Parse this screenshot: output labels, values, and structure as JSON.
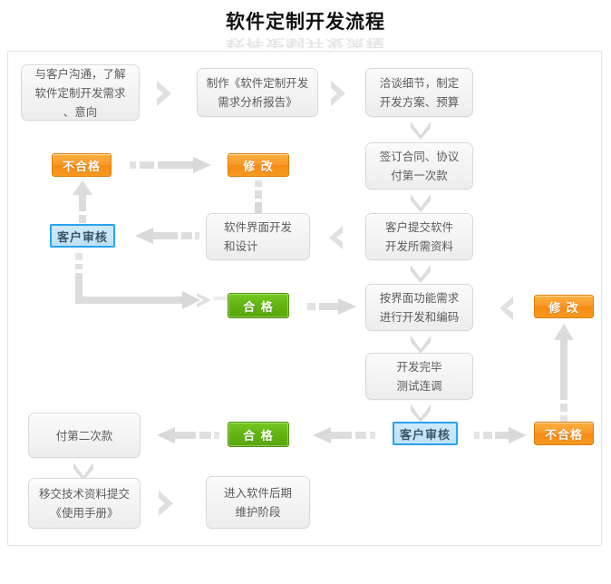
{
  "page": {
    "title": "软件定制开发流程",
    "colors": {
      "orange": "#f79a20",
      "orange_border": "#e07c0a",
      "green": "#62b212",
      "green_border": "#4e9406",
      "blue_fill": "#c7e6fb",
      "blue_border": "#29a3ef",
      "box_fill": "#f2f2f2",
      "box_border": "#d8d8d8",
      "arrow": "#dcdcdc",
      "panel_border": "#e2e2e2",
      "text": "#5b5b5b"
    }
  },
  "nodes": {
    "n01": {
      "label": "与客户沟通，了解\n软件定制开发需求\n、意向",
      "type": "process"
    },
    "n02": {
      "label": "制作《软件定制开发\n需求分析报告》",
      "type": "process"
    },
    "n03": {
      "label": "洽谈细节，制定\n开发方案、预算",
      "type": "process"
    },
    "n04": {
      "label": "签订合同、协议\n付第一次款",
      "type": "process"
    },
    "n05": {
      "label": "客户提交软件\n开发所需资料",
      "type": "process"
    },
    "n06": {
      "label": "软件界面开发\n和设计",
      "type": "process"
    },
    "n07": {
      "label": "按界面功能需求\n进行开发和编码",
      "type": "process"
    },
    "n08": {
      "label": "开发完毕\n测试连调",
      "type": "process"
    },
    "n09": {
      "label": "付第二次款",
      "type": "process"
    },
    "n10": {
      "label": "移交技术资料提交\n《使用手册》",
      "type": "process"
    },
    "n11": {
      "label": "进入软件后期\n维护阶段",
      "type": "process"
    }
  },
  "badges": {
    "b_fail_ui": {
      "label": "不合格",
      "color": "orange"
    },
    "b_modify_ui": {
      "label": "修  改",
      "color": "orange"
    },
    "b_review_ui": {
      "label": "客户审核",
      "color": "blue"
    },
    "b_pass_ui": {
      "label": "合  格",
      "color": "green"
    },
    "b_modify_dev": {
      "label": "修  改",
      "color": "orange"
    },
    "b_review_dev": {
      "label": "客户审核",
      "color": "blue"
    },
    "b_fail_dev": {
      "label": "不合格",
      "color": "orange"
    },
    "b_pass_dev": {
      "label": "合  格",
      "color": "green"
    }
  },
  "connectors": [
    {
      "name": "n01-to-n02",
      "shape": "chevron-right"
    },
    {
      "name": "n02-to-n03",
      "shape": "chevron-right"
    },
    {
      "name": "n03-to-n04",
      "shape": "arrow-down"
    },
    {
      "name": "n04-to-n05",
      "shape": "arrow-down"
    },
    {
      "name": "n05-to-n06",
      "shape": "chevron-left"
    },
    {
      "name": "n06-to-review-ui",
      "shape": "dashed-arrow-left"
    },
    {
      "name": "modify-to-n06",
      "shape": "dashed-arrow-down"
    },
    {
      "name": "review-to-fail-ui",
      "shape": "dashed-arrow-up"
    },
    {
      "name": "fail-to-modify-ui",
      "shape": "dashed-arrow-right"
    },
    {
      "name": "review-to-pass-ui",
      "shape": "elbow-down-right"
    },
    {
      "name": "pass-to-n07",
      "shape": "dashed-arrow-right"
    },
    {
      "name": "n07-to-n08",
      "shape": "arrow-down"
    },
    {
      "name": "modify-dev-to-n07",
      "shape": "chevron-left"
    },
    {
      "name": "n08-to-review-dev",
      "shape": "arrow-down"
    },
    {
      "name": "review-to-fail-dev",
      "shape": "dashed-arrow-right"
    },
    {
      "name": "fail-to-modify-dev",
      "shape": "dashed-arrow-up"
    },
    {
      "name": "review-to-pass-dev",
      "shape": "dashed-arrow-left"
    },
    {
      "name": "pass-to-n09",
      "shape": "dashed-arrow-left"
    },
    {
      "name": "n09-to-n10",
      "shape": "arrow-down"
    },
    {
      "name": "n10-to-n11",
      "shape": "chevron-right"
    }
  ]
}
